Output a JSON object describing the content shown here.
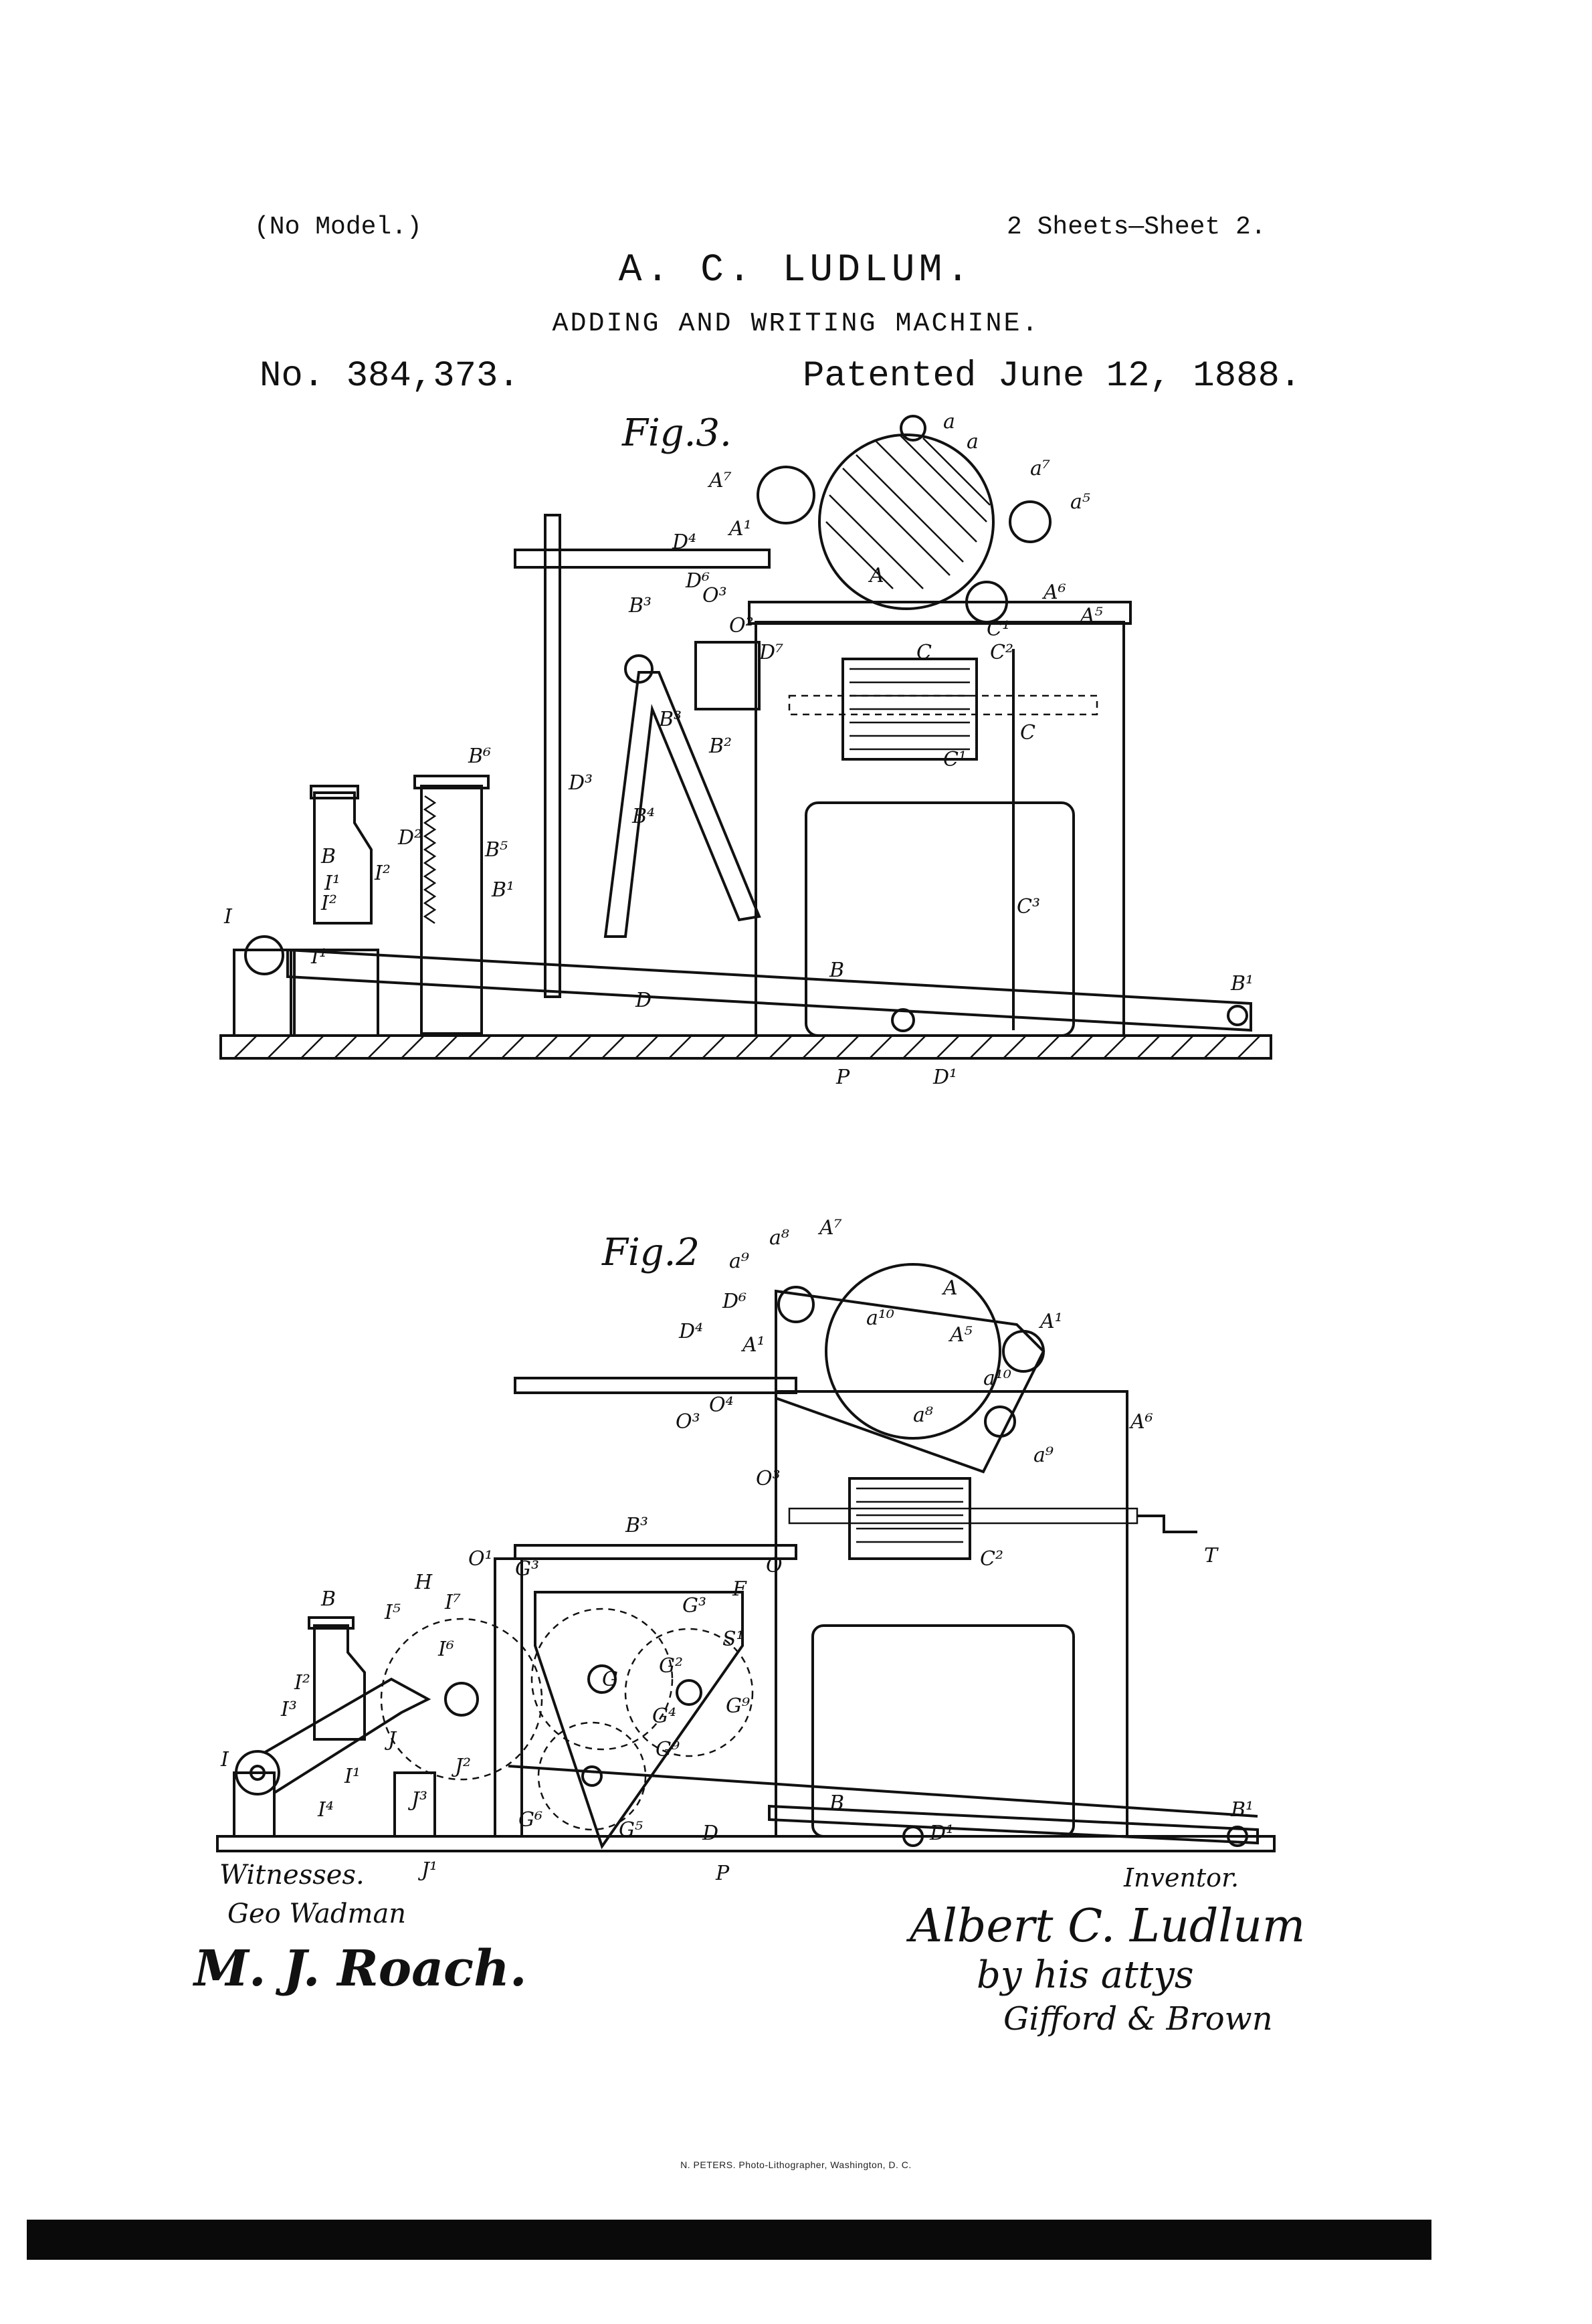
{
  "header": {
    "model_note": "(No Model.)",
    "sheets": "2 Sheets—Sheet 2.",
    "inventor": "A. C. LUDLUM.",
    "title": "ADDING AND WRITING MACHINE.",
    "patent_number": "No. 384,373.",
    "patent_date": "Patented June 12, 1888."
  },
  "figures": {
    "fig3_label": "Fig.3.",
    "fig2_label": "Fig.2",
    "fig3_labels": [
      "a",
      "a",
      "a⁷",
      "A⁷",
      "a⁵",
      "A¹",
      "A",
      "A⁶",
      "A⁵",
      "D⁴",
      "D⁶",
      "O³",
      "O²",
      "D⁷",
      "B³",
      "C",
      "C¹",
      "C²",
      "C",
      "C¹",
      "B³",
      "B²",
      "D³",
      "B⁴",
      "B⁶",
      "D²",
      "B⁵",
      "B¹",
      "B",
      "I¹",
      "I²",
      "I²",
      "I",
      "I¹",
      "C³",
      "B",
      "B¹",
      "D",
      "P",
      "D¹"
    ],
    "fig2_labels": [
      "a⁸",
      "A⁷",
      "a⁹",
      "D⁶",
      "A",
      "a¹⁰",
      "D⁴",
      "A⁵",
      "A¹",
      "A¹",
      "O⁴",
      "a¹⁰",
      "O³",
      "a⁸",
      "A⁶",
      "a⁹",
      "O³",
      "B³",
      "T",
      "O¹",
      "C²",
      "O",
      "F",
      "G³",
      "G³",
      "B",
      "H",
      "I⁵",
      "I⁷",
      "S¹",
      "I⁶",
      "G²",
      "I²",
      "G",
      "I³",
      "G⁹",
      "G⁴",
      "I",
      "J",
      "G⁹",
      "I¹",
      "J²",
      "J³",
      "I⁴",
      "G⁶",
      "G⁵",
      "D",
      "D¹",
      "B",
      "B¹",
      "J¹",
      "P"
    ]
  },
  "signatures": {
    "witnesses_label": "Witnesses.",
    "witness1": "Geo Wadman",
    "witness2": "M. J. Roach.",
    "inventor_label": "Inventor.",
    "inventor_signature": "Albert C. Ludlum",
    "by_attys": "by his attys",
    "attorneys": "Gifford & Brown"
  },
  "credit": "N. PETERS. Photo-Lithographer, Washington, D. C."
}
